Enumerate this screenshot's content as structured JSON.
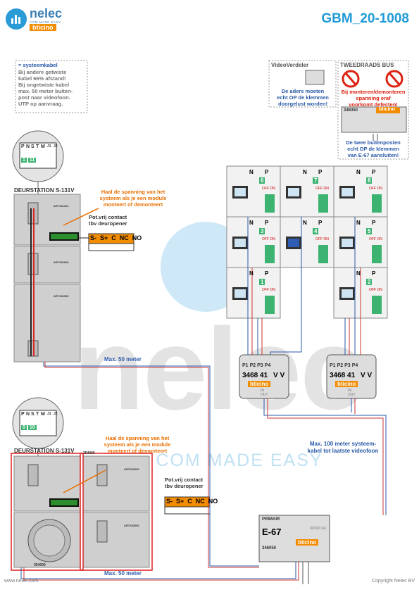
{
  "brand": {
    "name": "nelec",
    "tagline": "COM MADE EASY",
    "partner": "bticino",
    "accent": "#2b9bd7",
    "orange": "#f28c00"
  },
  "doc_title": "GBM_20-1008",
  "legend": {
    "heading": "= systeemkabel",
    "lines": [
      "Bij andere getwiste",
      "kabel 66% afstand!",
      "Bij ongetwiste kabel",
      "max. 50 meter buiten-",
      "post naar videofoon.",
      "UTP op aanvraag."
    ]
  },
  "video_distributor": {
    "title": "VideoVerdeler",
    "note": [
      "De aders moeten",
      "echt OP de klemmen",
      "doorgelust worden!"
    ]
  },
  "bus": {
    "title": "TWEEDRAADS BUS",
    "note": [
      "Bij monteren/demonteren",
      "spanning eraf",
      "voorkomt defecten!"
    ],
    "module_code": "346050",
    "footer": [
      "De twee buitenposten",
      "echt OP de klemmen",
      "van E-67 aansluiten!"
    ]
  },
  "station_top": {
    "title": "DEURSTATION S-131V",
    "warning": [
      "Haal de spanning van het",
      "systeem als je een module",
      "monteert of demonteert"
    ],
    "contact": [
      "Pot.vrij contact",
      "tbv deuropener"
    ],
    "terminals": [
      "S-",
      "S+",
      "C",
      "NC",
      "NO"
    ],
    "dip_labels": [
      "P",
      "N",
      "S",
      "T",
      "M",
      "J1",
      "J2"
    ],
    "dip_values": [
      "1",
      "11",
      "",
      "",
      ""
    ],
    "module_codes": [
      "ART331301",
      "ART332000",
      "ART332000"
    ],
    "max_distance": "Max. 50 meter"
  },
  "station_bottom": {
    "title": "DEURSTATION S-131V",
    "warning": [
      "Haal de spanning van het",
      "systeem als je een module",
      "monteert of demonteert"
    ],
    "contact": [
      "Pot.vrij contact",
      "tbv deuropener"
    ],
    "terminals": [
      "S-",
      "S+",
      "C",
      "NC",
      "NO"
    ],
    "dip_labels": [
      "P",
      "N",
      "S",
      "T",
      "M",
      "J1",
      "J2"
    ],
    "dip_values": [
      "0",
      "10",
      "",
      "",
      ""
    ],
    "module_codes": [
      "354000",
      "ART332000",
      "ART332000"
    ],
    "bottom_code": "354000",
    "max_distance": "Max. 50 meter"
  },
  "flats": [
    {
      "num": "6"
    },
    {
      "num": "7"
    },
    {
      "num": "8"
    },
    {
      "num": "3"
    },
    {
      "num": "4"
    },
    {
      "num": "5"
    },
    {
      "num": "1"
    },
    {
      "num": "2"
    }
  ],
  "flat_labels": {
    "n": "N",
    "p": "P",
    "switch": "OFF ON"
  },
  "distributors": [
    {
      "ports": [
        "P1",
        "P2",
        "P3",
        "P4"
      ],
      "code": "3468 41",
      "vv": "V V",
      "inout": [
        "IN",
        "OUT"
      ]
    },
    {
      "ports": [
        "P1",
        "P2",
        "P3",
        "P4"
      ],
      "code": "3468 41",
      "vv": "V V",
      "inout": [
        "IN",
        "OUT"
      ]
    }
  ],
  "max_system": [
    "Max. 100 meter systeem-",
    "kabel tot laatste videofoon"
  ],
  "e67": {
    "title": "E-67",
    "label": "PRIMAIR",
    "code": "346050",
    "sub": "0/230V AC"
  },
  "footer": {
    "left": "www.nelec.com",
    "right": "Copyright Nelec BV"
  }
}
